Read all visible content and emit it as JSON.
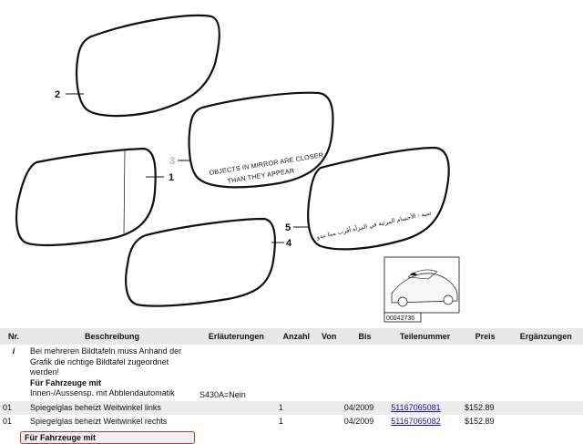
{
  "diagram": {
    "callouts": [
      {
        "id": "2",
        "label": "2"
      },
      {
        "id": "3",
        "label": "3"
      },
      {
        "id": "1",
        "label": "1"
      },
      {
        "id": "5",
        "label": "5"
      },
      {
        "id": "4",
        "label": "4"
      }
    ],
    "mirror3_text_line1": "OBJECTS IN MIRROR ARE CLOSER",
    "mirror3_text_line2": "THAN THEY APPEAR",
    "mirror5_text": "تنبيه : الأجسام المرئية في المرآة أقرب مما تبدو",
    "thumbnail_code": "00042736"
  },
  "table": {
    "headers": [
      "Nr.",
      "Beschreibung",
      "Erläuterungen",
      "Anzahl",
      "Von",
      "Bis",
      "Teilenummer",
      "Preis",
      "Ergänzungen"
    ],
    "info_row": {
      "nr": "i",
      "line1": "Bei mehreren Bildtafeln muss Anhand der",
      "line2": "Grafik die richtige Bildtafel zugeordnet",
      "line3": "werden!",
      "line4": "Für Fahrzeuge mit",
      "line5": "Innen-/Aussensp. mit Abblendautomatik",
      "erlaeuterung": "S430A=Nein"
    },
    "rows": [
      {
        "nr": "01",
        "beschreibung": "Spiegelglas beheizt Weitwinkel links",
        "erlaeuterungen": "",
        "anzahl": "1",
        "von": "",
        "bis": "04/2009",
        "teilenummer": "51167065081",
        "preis": "$152.89",
        "ergaenzungen": ""
      },
      {
        "nr": "01",
        "beschreibung": "Spiegelglas beheizt Weitwinkel rechts",
        "erlaeuterungen": "",
        "anzahl": "1",
        "von": "",
        "bis": "04/2009",
        "teilenummer": "51167065082",
        "preis": "$152.89",
        "ergaenzungen": ""
      }
    ],
    "partial_row_text": "Für Fahrzeuge mit"
  }
}
